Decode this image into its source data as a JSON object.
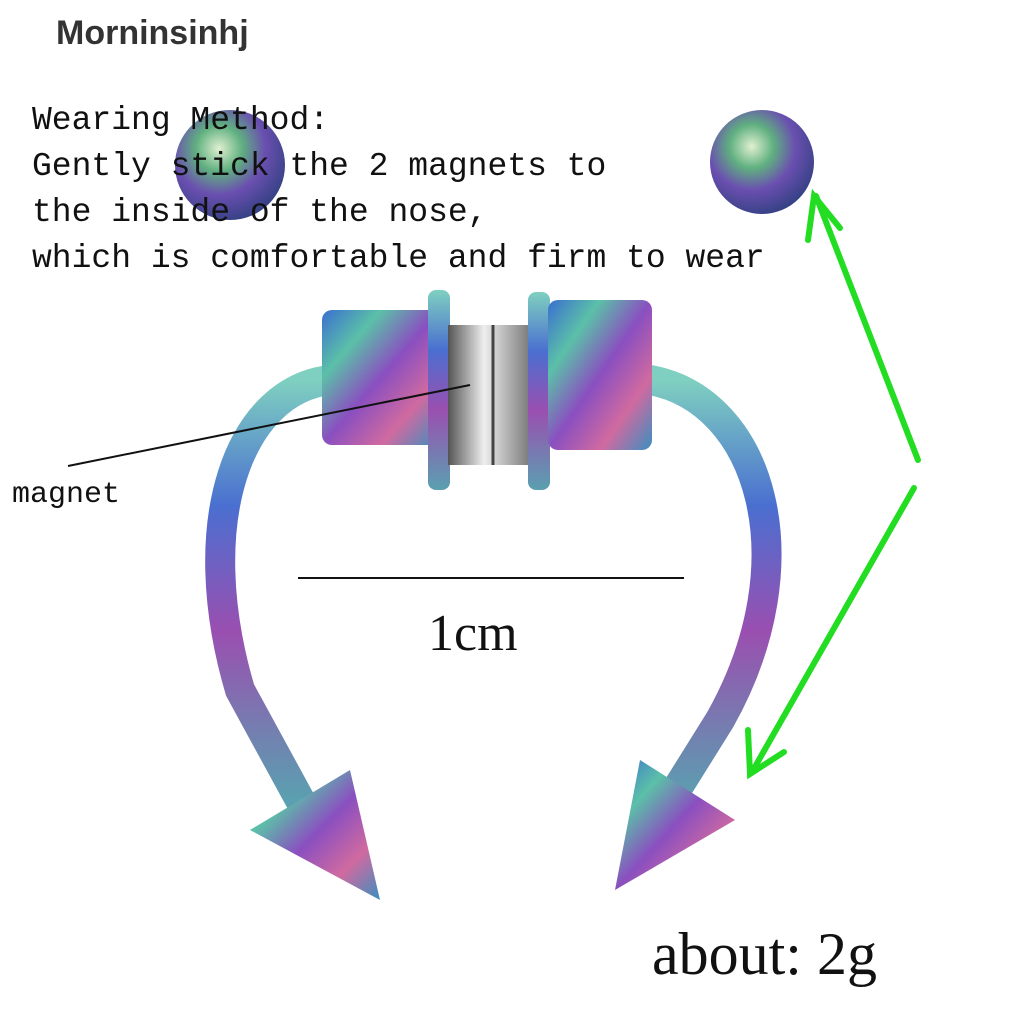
{
  "brand": "Morninsinhj",
  "wearing_method": {
    "title": "Wearing Method:",
    "lines": [
      "Gently stick the 2 magnets to",
      "the inside of the nose,",
      "which is comfortable and firm to wear"
    ]
  },
  "labels": {
    "magnet": "magnet",
    "scale": "1cm",
    "weight": "about: 2g"
  },
  "colors": {
    "arrow": "#22dd22",
    "text": "#111111"
  }
}
